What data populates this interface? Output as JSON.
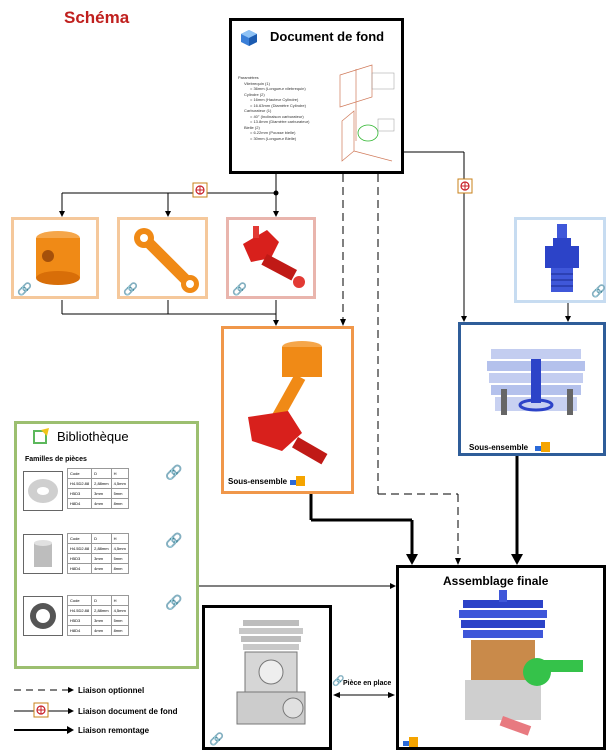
{
  "title": "Schéma",
  "document": {
    "title": "Document de fond",
    "tree": [
      "Paramètres",
      "Vilebrequin (1)",
      "= 36mm (Longueur vilebrequin)",
      "Cylindre (2)",
      "= 16mm (Hauteur Cylindre)",
      "= 16.63mm (Diamètre Cylindre)",
      "Carburateur (1)",
      "= 40° (Inclinaison carburateur)",
      "= 13.8mm (Diamètre carburateur)",
      "Bielle (2)",
      "= 6.22mm (Pousse bielle)",
      "= 30mm (Longueur Bielle)"
    ]
  },
  "subassembly_left": {
    "label": "Sous-ensemble"
  },
  "subassembly_right": {
    "label": "Sous-ensemble"
  },
  "library": {
    "title": "Bibliothèque",
    "subtitle": "Familles de pièces",
    "tables": [
      {
        "header": [
          "Code",
          "D",
          "H"
        ],
        "rows": [
          [
            "H4.5D2.88",
            "2,88mm",
            "4,5mm"
          ],
          [
            "H5D3",
            "3mm",
            "5mm"
          ],
          [
            "H8D4",
            "4mm",
            "8mm"
          ]
        ]
      },
      {
        "header": [
          "Code",
          "D",
          "H"
        ],
        "rows": [
          [
            "H4.5D2.88",
            "2,88mm",
            "4,5mm"
          ],
          [
            "H5D3",
            "3mm",
            "5mm"
          ],
          [
            "H8D4",
            "4mm",
            "8mm"
          ]
        ]
      },
      {
        "header": [
          "Code",
          "D",
          "H"
        ],
        "rows": [
          [
            "H4.5D2.88",
            "2,88mm",
            "4,5mm"
          ],
          [
            "H5D3",
            "3mm",
            "5mm"
          ],
          [
            "H8D4",
            "4mm",
            "8mm"
          ]
        ]
      }
    ]
  },
  "final": {
    "title": "Assemblage finale"
  },
  "piece_link": {
    "label": "Pièce en place"
  },
  "legend": {
    "optional": "Liaison optionnel",
    "background": "Liaison document de fond",
    "upward": "Liaison remontage"
  },
  "colors": {
    "title_red": "#c0201e",
    "orange": "#f0974a",
    "navy": "#2f5d99",
    "green": "#9cbf70",
    "part_red": "#d8201c",
    "part_blue": "#2c43c8",
    "part_orange": "#f08a16"
  },
  "icons": [
    "cube-icon",
    "link-icon",
    "assembly-icon",
    "library-icon",
    "background-link-icon"
  ]
}
